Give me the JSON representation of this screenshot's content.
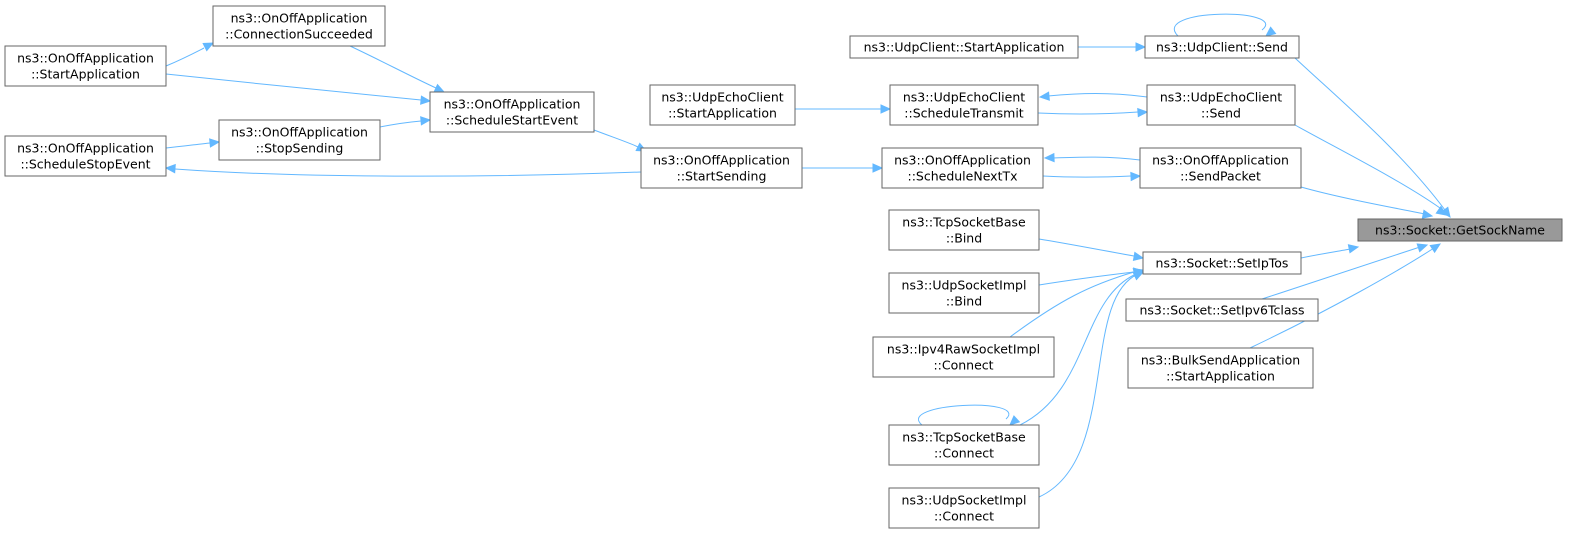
{
  "graph": {
    "title": "",
    "colors": {
      "edge": "#63b8ff",
      "node_border": "#666666",
      "node_fill": "#ffffff",
      "focus_fill": "#999999"
    },
    "nodes": {
      "n_getsockname": [
        "ns3::Socket::GetSockName"
      ],
      "n_udpclient_send": [
        "ns3::UdpClient::Send"
      ],
      "n_udpclient_start": [
        "ns3::UdpClient::StartApplication"
      ],
      "n_udpecho_send": [
        "ns3::UdpEchoClient",
        "::Send"
      ],
      "n_udpecho_sched": [
        "ns3::UdpEchoClient",
        "::ScheduleTransmit"
      ],
      "n_udpecho_start": [
        "ns3::UdpEchoClient",
        "::StartApplication"
      ],
      "n_onoff_sendpacket": [
        "ns3::OnOffApplication",
        "::SendPacket"
      ],
      "n_onoff_nexttx": [
        "ns3::OnOffApplication",
        "::ScheduleNextTx"
      ],
      "n_onoff_startsending": [
        "ns3::OnOffApplication",
        "::StartSending"
      ],
      "n_onoff_schedstart": [
        "ns3::OnOffApplication",
        "::ScheduleStartEvent"
      ],
      "n_onoff_connsucc": [
        "ns3::OnOffApplication",
        "::ConnectionSucceeded"
      ],
      "n_onoff_startapp": [
        "ns3::OnOffApplication",
        "::StartApplication"
      ],
      "n_onoff_stopsending": [
        "ns3::OnOffApplication",
        "::StopSending"
      ],
      "n_onoff_schedstop": [
        "ns3::OnOffApplication",
        "::ScheduleStopEvent"
      ],
      "n_setiptos": [
        "ns3::Socket::SetIpTos"
      ],
      "n_setipv6": [
        "ns3::Socket::SetIpv6Tclass"
      ],
      "n_bulksend": [
        "ns3::BulkSendApplication",
        "::StartApplication"
      ],
      "n_tcp_bind": [
        "ns3::TcpSocketBase",
        "::Bind"
      ],
      "n_udpsock_bind": [
        "ns3::UdpSocketImpl",
        "::Bind"
      ],
      "n_ipv4raw_connect": [
        "ns3::Ipv4RawSocketImpl",
        "::Connect"
      ],
      "n_tcp_connect": [
        "ns3::TcpSocketBase",
        "::Connect"
      ],
      "n_udpsock_connect": [
        "ns3::UdpSocketImpl",
        "::Connect"
      ]
    }
  }
}
